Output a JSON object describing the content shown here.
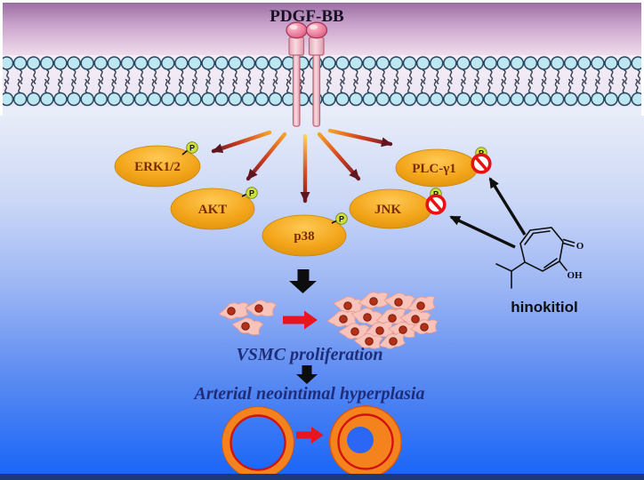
{
  "ligand": {
    "label": "PDGF-BB"
  },
  "kinases": [
    {
      "name": "ERK1/2",
      "phospho": "P",
      "inhibited": false
    },
    {
      "name": "AKT",
      "phospho": "P",
      "inhibited": false
    },
    {
      "name": "p38",
      "phospho": "P",
      "inhibited": false
    },
    {
      "name": "JNK",
      "phospho": "P",
      "inhibited": true
    },
    {
      "name": "PLC-γ1",
      "phospho": "P",
      "inhibited": true
    }
  ],
  "inhibitor": {
    "name": "hinokitiol",
    "carbonyl_label": "O",
    "hydroxyl_label": "OH"
  },
  "outcomes": {
    "step1": "VSMC proliferation",
    "step2": "Arterial neointimal hyperplasia"
  },
  "colors": {
    "background_purple": "#9a6ca3",
    "background_blue": "#1a66f7",
    "bottom_bar_navy": "#1c3a77",
    "membrane_lipid_fill": "#bfe7f2",
    "membrane_lipid_stroke": "#25455f",
    "receptor_pink": "#ee7f9e",
    "kinase_orange": "#f0a21a",
    "kinase_text_brown": "#7a2b04",
    "phospho_badge_green": "#cde040",
    "inhibition_red": "#e81212",
    "signal_arrow_orange": "#f59a28",
    "signal_arrow_maroon": "#661624",
    "process_arrow_red": "#e8141e",
    "vessel_orange": "#f5831d",
    "vessel_red_line": "#d21212",
    "outcome_text_navy": "#1e2d7a",
    "cell_pink": "#f7c3bb",
    "nucleus_red": "#b03018"
  }
}
